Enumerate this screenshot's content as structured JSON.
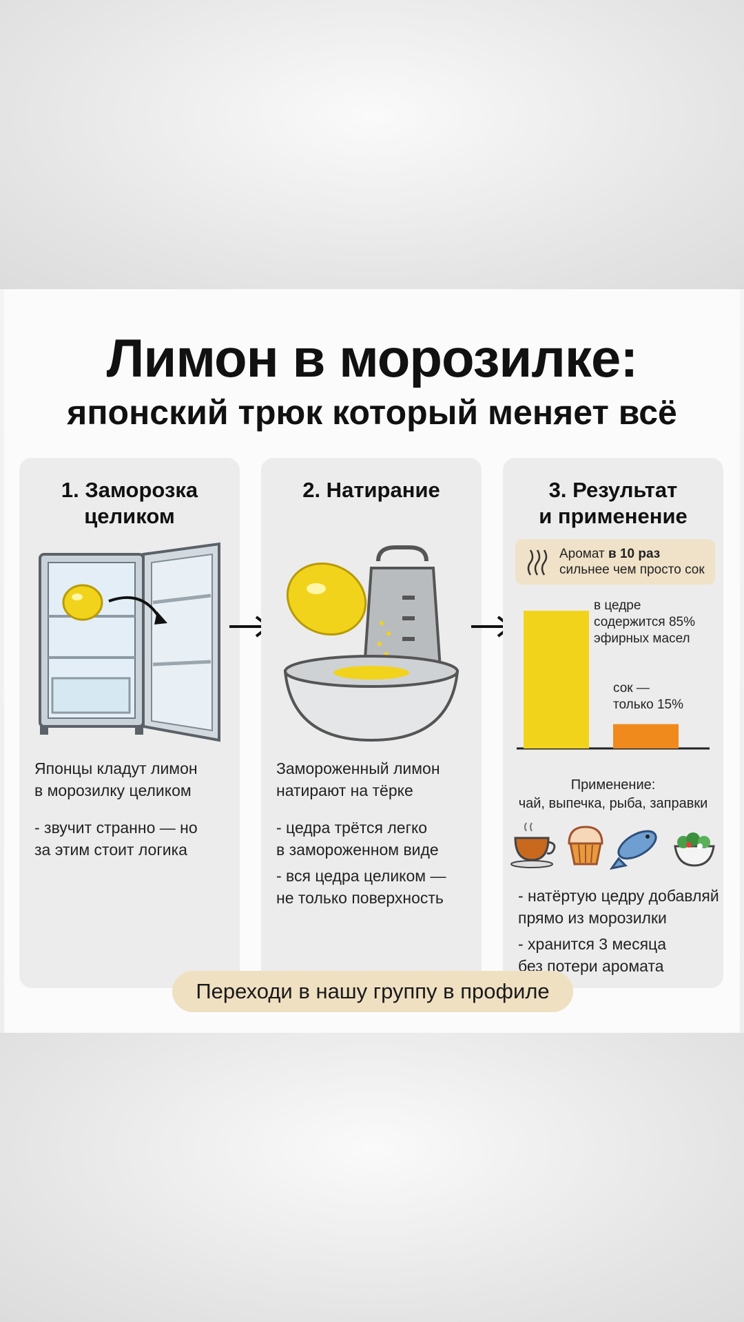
{
  "title": "Лимон в морозилке:",
  "subtitle": "японский трюк который меняет всё",
  "columns": [
    {
      "title_lines": [
        "1. Заморозка",
        "целиком"
      ],
      "text_lines": [
        "Японцы кладут лимон",
        "в морозилку целиком",
        "",
        "- звучит странно — но",
        "за этим стоит логика"
      ]
    },
    {
      "title_lines": [
        "2. Натирание"
      ],
      "text_lines": [
        "Замороженный лимон",
        "натирают на тёрке",
        "",
        "- цедра трётся легко",
        "в замороженном виде",
        "- вся цедра целиком —",
        "не только поверхность"
      ]
    },
    {
      "title_lines": [
        "3. Результат",
        "и применение"
      ],
      "badge": {
        "line1_prefix": "Аромат ",
        "line1_bold": "в 10 раз",
        "line2": "сильнее чем просто сок"
      },
      "chart_data": {
        "type": "bar",
        "categories": [
          "в цедре содержится 85% эфирных масел",
          "сок — только 15%"
        ],
        "values": [
          85,
          15
        ],
        "unit": "%",
        "colors": [
          "#f2d31b",
          "#f08a1d"
        ],
        "labels": [
          [
            "в цедре",
            "содержится 85%",
            "эфирных масел"
          ],
          [
            "сок —",
            "только 15%"
          ]
        ]
      },
      "use_lines": [
        "Применение:",
        "чай, выпечка, рыба, заправки"
      ],
      "use_icons": [
        "tea-cup-icon",
        "muffin-icon",
        "fish-icon",
        "salad-icon"
      ],
      "text_lines": [
        "- натёртую цедру добавляй",
        "прямо из морозилки",
        "- хранится 3 месяца",
        "без потери аромата"
      ]
    }
  ],
  "cta": "Переходи в нашу группу в профиле",
  "colors": {
    "lemon": "#f2d31b",
    "orange": "#f08a1d",
    "badge": "#f0e2c8",
    "panel": "#ececec"
  }
}
